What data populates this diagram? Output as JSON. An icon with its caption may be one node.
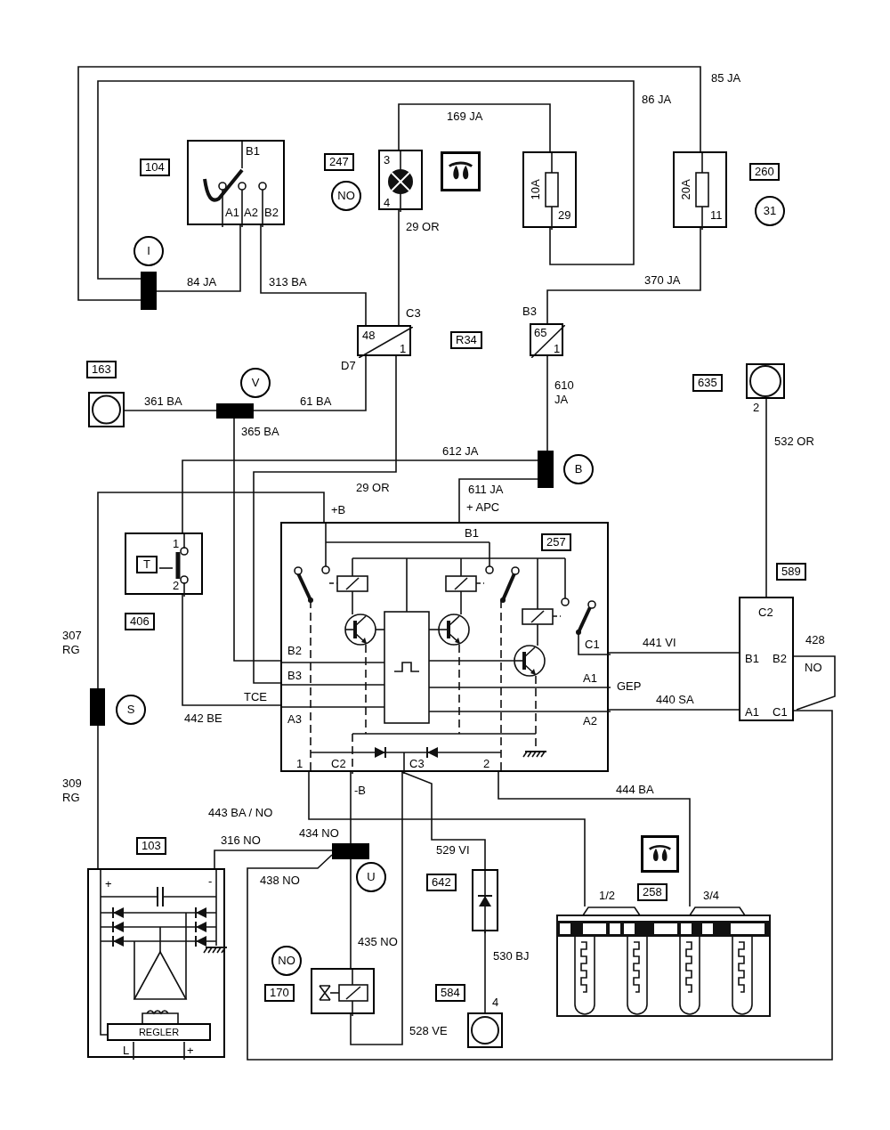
{
  "diagram": {
    "nodes": [
      {
        "text": [
          "B1",
          "A1",
          "A2",
          "B2"
        ],
        "beside": [
          "104"
        ]
      },
      {
        "text": [],
        "shape": "bar",
        "beside": [
          "I"
        ]
      },
      {
        "text": [
          "3",
          "4"
        ],
        "beside": [
          "247",
          "NO"
        ]
      },
      {
        "text": [
          "10A",
          "29"
        ]
      },
      {
        "text": [
          "20A",
          "11"
        ],
        "beside": [
          "260",
          "31"
        ]
      },
      {
        "text": [
          "48",
          "1"
        ],
        "beside": [
          "C3",
          "D7"
        ]
      },
      {
        "text": [
          "65",
          "1"
        ],
        "beside": [
          "B3"
        ]
      },
      {
        "text": [],
        "shape": "circle",
        "beside": [
          "163"
        ]
      },
      {
        "text": [],
        "shape": "bar",
        "beside": [
          "V"
        ]
      },
      {
        "text": [],
        "shape": "circle",
        "beside": [
          "635",
          "2"
        ]
      },
      {
        "text": [],
        "shape": "bar",
        "beside": [
          "B"
        ]
      },
      {
        "text": [
          "T",
          "1",
          "2"
        ],
        "beside": [
          "406"
        ]
      },
      {
        "text": [
          "B1",
          "257",
          "C1",
          "B2",
          "B3",
          "A1",
          "A3",
          "A2",
          "1",
          "C2",
          "C3",
          "2"
        ],
        "beside": [
          "+B",
          "+ APC",
          "TCE",
          "GEP",
          "-B"
        ]
      },
      {
        "text": [
          "C2",
          "B1",
          "B2",
          "A1",
          "C1"
        ],
        "beside": [
          "589"
        ]
      },
      {
        "text": [],
        "shape": "bar",
        "beside": [
          "S"
        ]
      },
      {
        "text": [
          "+",
          "-",
          "REGLER",
          "L",
          "+"
        ],
        "beside": [
          "103"
        ]
      },
      {
        "text": [],
        "shape": "bar",
        "beside": [
          "U"
        ]
      },
      {
        "text": [],
        "shape": "box",
        "beside": [
          "NO",
          "170"
        ]
      },
      {
        "text": [],
        "shape": "box",
        "beside": [
          "642"
        ]
      },
      {
        "text": [],
        "shape": "circle",
        "beside": [
          "584",
          "4"
        ]
      },
      {
        "text": [],
        "shape": "box",
        "beside": [
          "1/2",
          "258",
          "3/4"
        ]
      }
    ],
    "edges": [
      {
        "from": 1,
        "to": 4,
        "arrow": "none",
        "label": "85 JA"
      },
      {
        "from": 1,
        "to": 3,
        "arrow": "none",
        "label": "86 JA"
      },
      {
        "from": 0,
        "to": 1,
        "arrow": "none",
        "label": "84 JA"
      },
      {
        "from": 0,
        "to": 5,
        "arrow": "none",
        "label": "313 BA"
      },
      {
        "from": 2,
        "to": 3,
        "arrow": "none",
        "label": "169 JA"
      },
      {
        "from": 2,
        "to": 5,
        "arrow": "none",
        "label": "29 OR"
      },
      {
        "from": 4,
        "to": 6,
        "arrow": "none",
        "label": "370 JA"
      },
      {
        "from": 7,
        "to": 8,
        "arrow": "none",
        "label": "361 BA"
      },
      {
        "from": 8,
        "to": 5,
        "arrow": "none",
        "label": "61 BA"
      },
      {
        "from": 8,
        "to": 12,
        "arrow": "none",
        "label": "365 BA"
      },
      {
        "from": 6,
        "to": 10,
        "arrow": "none",
        "label": "610 JA"
      },
      {
        "from": 10,
        "to": 11,
        "arrow": "none",
        "label": "612 JA"
      },
      {
        "from": 10,
        "to": 12,
        "arrow": "none",
        "label": "611 JA"
      },
      {
        "from": 5,
        "to": 12,
        "arrow": "none",
        "label": "29 OR"
      },
      {
        "from": 11,
        "to": 12,
        "arrow": "none",
        "label": "442 BE"
      },
      {
        "from": 14,
        "to": 12,
        "arrow": "none",
        "label": "307 RG"
      },
      {
        "from": 15,
        "to": 14,
        "arrow": "none",
        "label": "309 RG"
      },
      {
        "from": 9,
        "to": 13,
        "arrow": "none",
        "label": "532 OR"
      },
      {
        "from": 12,
        "to": 13,
        "arrow": "none",
        "label": "441 VI"
      },
      {
        "from": 12,
        "to": 13,
        "arrow": "none",
        "label": "440 SA"
      },
      {
        "from": 16,
        "to": 13,
        "arrow": "none",
        "label": "438 NO"
      },
      {
        "from": 15,
        "to": 16,
        "arrow": "none",
        "label": "316 NO"
      },
      {
        "from": 12,
        "to": 16,
        "arrow": "none",
        "label": "434 NO"
      },
      {
        "from": 16,
        "to": 17,
        "arrow": "none",
        "label": "435 NO"
      },
      {
        "from": 17,
        "to": 12,
        "arrow": "none",
        "label": "528 VE"
      },
      {
        "from": 12,
        "to": 18,
        "arrow": "none",
        "label": "529 VI"
      },
      {
        "from": 18,
        "to": 19,
        "arrow": "none",
        "label": "530 BJ"
      },
      {
        "from": 12,
        "to": 20,
        "arrow": "none",
        "label": "443 BA / NO"
      },
      {
        "from": 12,
        "to": 20,
        "arrow": "none",
        "label": "444 BA"
      }
    ],
    "labels": [
      "R34",
      "428",
      "NO"
    ]
  }
}
